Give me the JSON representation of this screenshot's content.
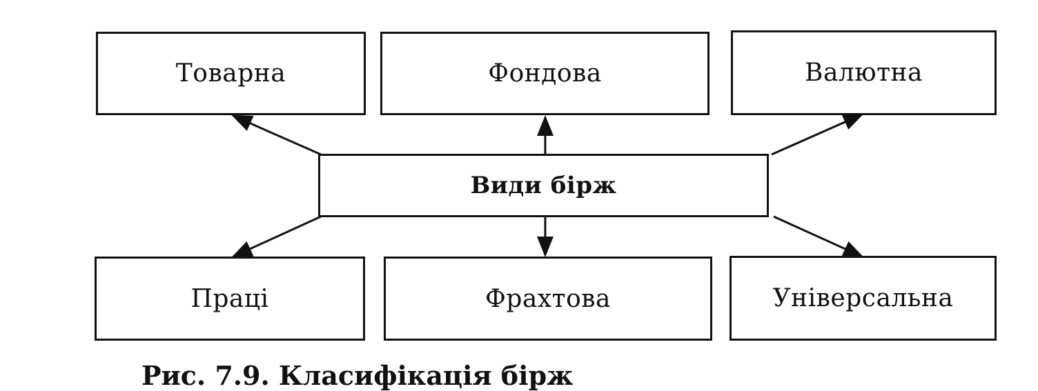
{
  "diagram": {
    "center": "Види бірж",
    "nodes": [
      {
        "id": "commodity",
        "label": "Товарна"
      },
      {
        "id": "stock",
        "label": "Фондова"
      },
      {
        "id": "currency",
        "label": "Валютна"
      },
      {
        "id": "labor",
        "label": "Праці"
      },
      {
        "id": "freight",
        "label": "Фрахтова"
      },
      {
        "id": "universal",
        "label": "Універсальна"
      }
    ],
    "edges": [
      {
        "from": "center",
        "to": "commodity"
      },
      {
        "from": "center",
        "to": "stock"
      },
      {
        "from": "center",
        "to": "currency"
      },
      {
        "from": "center",
        "to": "labor"
      },
      {
        "from": "center",
        "to": "freight"
      },
      {
        "from": "center",
        "to": "universal"
      }
    ]
  },
  "caption": "Рис. 7.9. Класифікація бірж"
}
